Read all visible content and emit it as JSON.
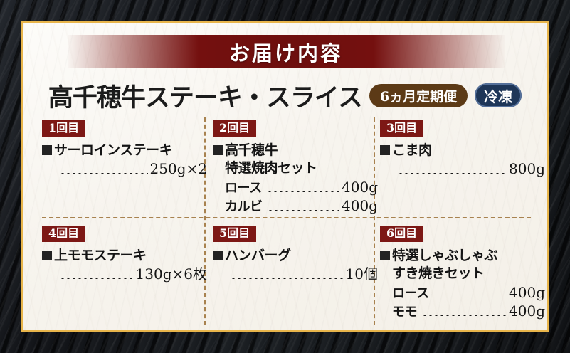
{
  "banner": {
    "title": "お届け内容"
  },
  "header": {
    "product_title": "高千穂牛ステーキ・スライス",
    "badge_term": "6ヵ月定期便",
    "badge_frozen": "冷凍",
    "color_banner": "#6d0f0e",
    "color_term_badge": "#5c3a16",
    "color_frozen_badge": "#1e3658",
    "color_frame": "#e8b54b"
  },
  "deliveries": [
    {
      "badge": "1回目",
      "name": "サーロインステーキ",
      "sub": "",
      "lines": [
        {
          "label": "",
          "value": "250g×2",
          "indent": 1
        }
      ]
    },
    {
      "badge": "2回目",
      "name": "高千穂牛",
      "sub": "特選焼肉セット",
      "lines": [
        {
          "label": "ロース",
          "value": "400g",
          "indent": 0
        },
        {
          "label": "カルビ",
          "value": "400g",
          "indent": 0
        }
      ]
    },
    {
      "badge": "3回目",
      "name": "こま肉",
      "sub": "",
      "lines": [
        {
          "label": "",
          "value": "800g",
          "indent": 1
        }
      ]
    },
    {
      "badge": "4回目",
      "name": "上モモステーキ",
      "sub": "",
      "lines": [
        {
          "label": "",
          "value": "130g×6枚",
          "indent": 1
        }
      ]
    },
    {
      "badge": "5回目",
      "name": "ハンバーグ",
      "sub": "",
      "lines": [
        {
          "label": "",
          "value": "10個",
          "indent": 1
        }
      ]
    },
    {
      "badge": "6回目",
      "name": "特選しゃぶしゃぶ",
      "sub": "すき焼きセット",
      "lines": [
        {
          "label": "ロース",
          "value": "400g",
          "indent": 0
        },
        {
          "label": "モモ",
          "value": "400g",
          "indent": 0
        }
      ]
    }
  ],
  "separator_color": "#a8824f"
}
